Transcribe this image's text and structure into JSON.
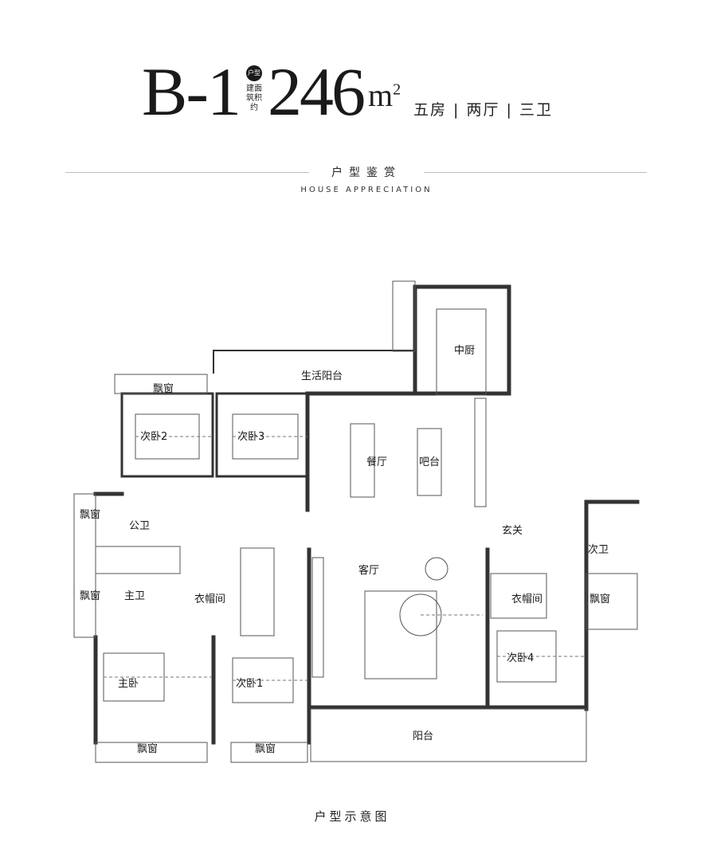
{
  "header": {
    "type_code": "B-1",
    "type_badge": "户型",
    "area_label": "建面筑积约",
    "area_value": "246",
    "area_unit": "m",
    "area_unit_sup": "2",
    "summary": "五房 | 两厅 | 三卫"
  },
  "section": {
    "title": "户型鉴赏",
    "subtitle": "HOUSE APPRECIATION"
  },
  "rooms": {
    "kitchen": "中厨",
    "life_balcony": "生活阳台",
    "bay_window_top": "飘窗",
    "bedroom2": "次卧2",
    "bedroom3": "次卧3",
    "dining": "餐厅",
    "bar": "吧台",
    "bay_window_left_top": "飘窗",
    "public_bath": "公卫",
    "entrance": "玄关",
    "second_bath": "次卫",
    "living": "客厅",
    "bay_window_left_bottom": "飘窗",
    "master_bath": "主卫",
    "cloakroom_left": "衣帽间",
    "cloakroom_right": "衣帽间",
    "bay_window_right": "飘窗",
    "bedroom4": "次卧4",
    "master_bedroom": "主卧",
    "bedroom1": "次卧1",
    "bay_window_bottom_left": "飘窗",
    "bay_window_bottom_mid": "飘窗",
    "balcony": "阳台"
  },
  "caption": "户型示意图",
  "colors": {
    "wall": "#333333",
    "thin_line": "#555555",
    "furniture": "#777777"
  }
}
